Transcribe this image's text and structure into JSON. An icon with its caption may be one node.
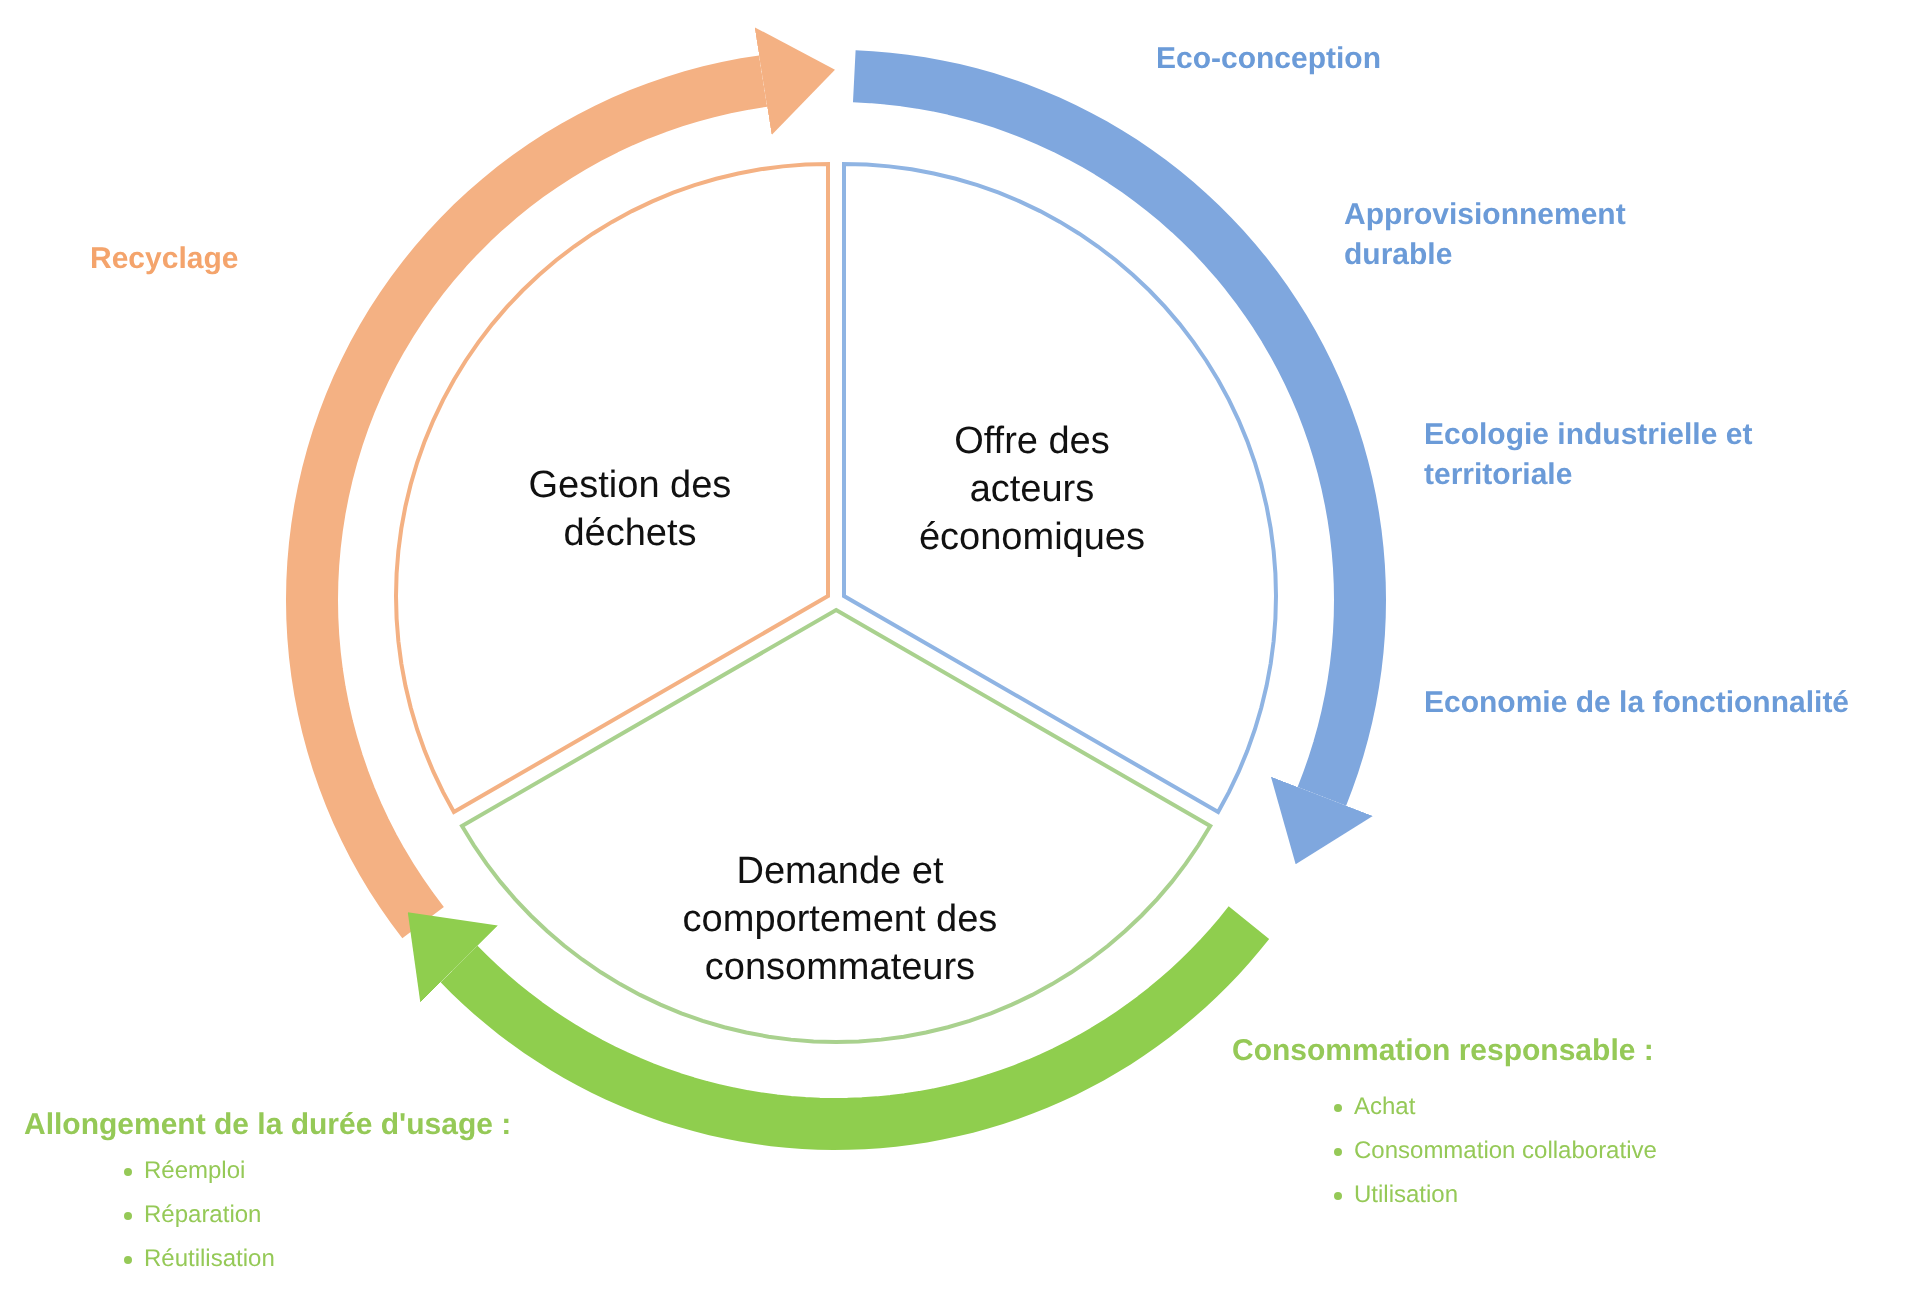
{
  "diagram": {
    "nodes": [
      {
        "text": [
          "Gestion des déchets"
        ]
      },
      {
        "text": [
          "Offre des acteurs économiques"
        ]
      },
      {
        "text": [
          "Demande et comportement des consommateurs"
        ]
      }
    ],
    "labels": [
      "Eco-conception",
      "Approvisionnement durable",
      "Recyclage",
      "Ecologie industrielle et territoriale",
      "Economie de la fonctionnalité",
      "Consommation responsable :",
      "Achat",
      "Allongement de la durée d'usage :",
      "Consommation collaborative",
      "Réemploi",
      "Utilisation",
      "Réparation",
      "Réutilisation"
    ]
  }
}
